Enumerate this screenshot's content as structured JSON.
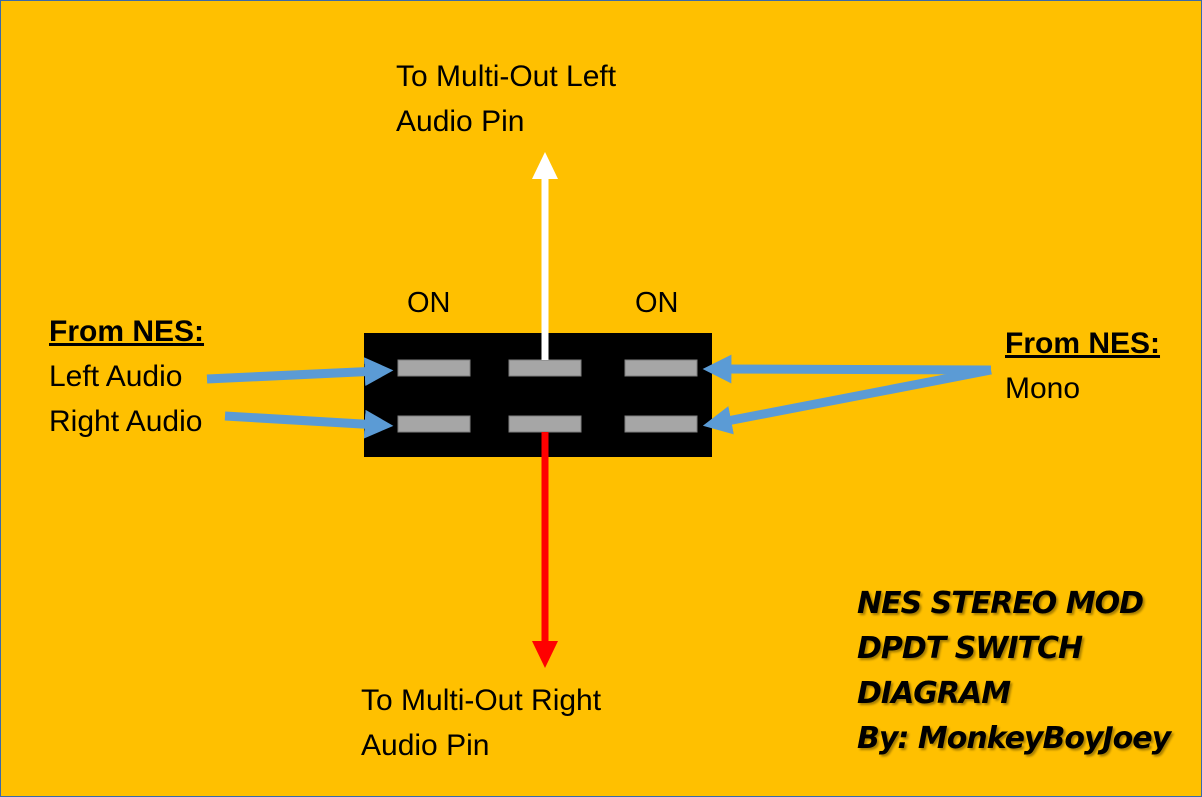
{
  "colors": {
    "background": "#FFC000",
    "switch_body": "#000000",
    "terminal": "#A6A6A6",
    "input_arrow": "#5B9BD5",
    "left_out_arrow": "#FFFFFF",
    "right_out_arrow": "#FF0000"
  },
  "top_output": {
    "line1": "To Multi-Out Left",
    "line2": "Audio Pin"
  },
  "bottom_output": {
    "line1": "To Multi-Out Right",
    "line2": "Audio Pin"
  },
  "switch": {
    "left_position": "ON",
    "right_position": "ON"
  },
  "left_inputs": {
    "heading": "From NES:",
    "item1": "Left Audio",
    "item2": "Right Audio"
  },
  "right_inputs": {
    "heading": "From NES:",
    "item1": "Mono"
  },
  "title": {
    "line1": "NES STEREO MOD",
    "line2": "DPDT SWITCH",
    "line3": "DIAGRAM",
    "line4": "By: MonkeyBoyJoey"
  }
}
